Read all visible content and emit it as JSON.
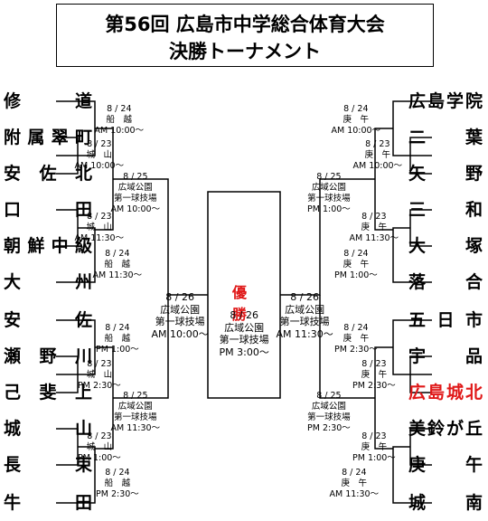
{
  "title": {
    "line1": "第56回 広島市中学総合体育大会",
    "line2": "決勝トーナメント"
  },
  "champion_label": "優　勝",
  "teams_left": [
    "修　道",
    "附属翠町",
    "安佐北",
    "口　田",
    "朝鮮中級",
    "大　州",
    "安　佐",
    "瀬野川",
    "己斐上",
    "城　山",
    "長　束",
    "牛　田"
  ],
  "teams_right": [
    "広島学院",
    "二　葉",
    "矢　野",
    "三　和",
    "大　塚",
    "落　合",
    "五日市",
    "宇　品",
    "広島城北",
    "美鈴が丘",
    "庚　午",
    "城　南"
  ],
  "highlight": {
    "winner_team": "広島城北",
    "color": "#e01818"
  },
  "matches": {
    "l1": {
      "date": "8 / 24",
      "venue": "船　越",
      "time": "AM 10:00〜"
    },
    "l2": {
      "date": "8 / 23",
      "venue": "城　山",
      "time": "AM 10:00〜"
    },
    "l3": {
      "date": "8 / 25",
      "venue": "広域公園",
      "venue2": "第一球技場",
      "time": "AM 10:00〜"
    },
    "l4": {
      "date": "8 / 23",
      "venue": "城　山",
      "time": "AM 11:30〜"
    },
    "l5": {
      "date": "8 / 24",
      "venue": "船　越",
      "time": "AM 11:30〜"
    },
    "l6": {
      "date": "8 / 24",
      "venue": "船　越",
      "time": "PM 1:00〜"
    },
    "l7": {
      "date": "8 / 23",
      "venue": "城　山",
      "time": "PM 2:30〜"
    },
    "l8": {
      "date": "8 / 25",
      "venue": "広域公園",
      "venue2": "第一球技場",
      "time": "AM 11:30〜"
    },
    "l9": {
      "date": "8 / 23",
      "venue": "城　山",
      "time": "PM 1:00〜"
    },
    "l10": {
      "date": "8 / 24",
      "venue": "船　越",
      "time": "PM 2:30〜"
    },
    "lsf": {
      "date": "8 / 26",
      "venue": "広域公園",
      "venue2": "第一球技場",
      "time": "AM 10:00〜"
    },
    "r1": {
      "date": "8 / 24",
      "venue": "庚　午",
      "time": "AM 10:00〜"
    },
    "r2": {
      "date": "8 / 23",
      "venue": "庚　午",
      "time": "AM 10:00〜"
    },
    "r3": {
      "date": "8 / 25",
      "venue": "広域公園",
      "venue2": "第一球技場",
      "time": "PM 1:00〜"
    },
    "r4": {
      "date": "8 / 23",
      "venue": "庚　午",
      "time": "AM 11:30〜"
    },
    "r5": {
      "date": "8 / 24",
      "venue": "庚　午",
      "time": "PM 1:00〜"
    },
    "r6": {
      "date": "8 / 24",
      "venue": "庚　午",
      "time": "PM 2:30〜"
    },
    "r7": {
      "date": "8 / 23",
      "venue": "庚　午",
      "time": "PM 2:30〜"
    },
    "r8": {
      "date": "8 / 25",
      "venue": "広域公園",
      "venue2": "第一球技場",
      "time": "PM 2:30〜"
    },
    "r9": {
      "date": "8 / 23",
      "venue": "庚　午",
      "time": "PM 1:00〜"
    },
    "r10": {
      "date": "8 / 24",
      "venue": "庚　午",
      "time": "AM 11:30〜"
    },
    "rsf": {
      "date": "8 / 26",
      "venue": "広域公園",
      "venue2": "第一球技場",
      "time": "AM 11:30〜"
    },
    "final": {
      "date": "8 / 26",
      "venue": "広域公園",
      "venue2": "第一球技場",
      "time": "PM 3:00〜"
    }
  }
}
